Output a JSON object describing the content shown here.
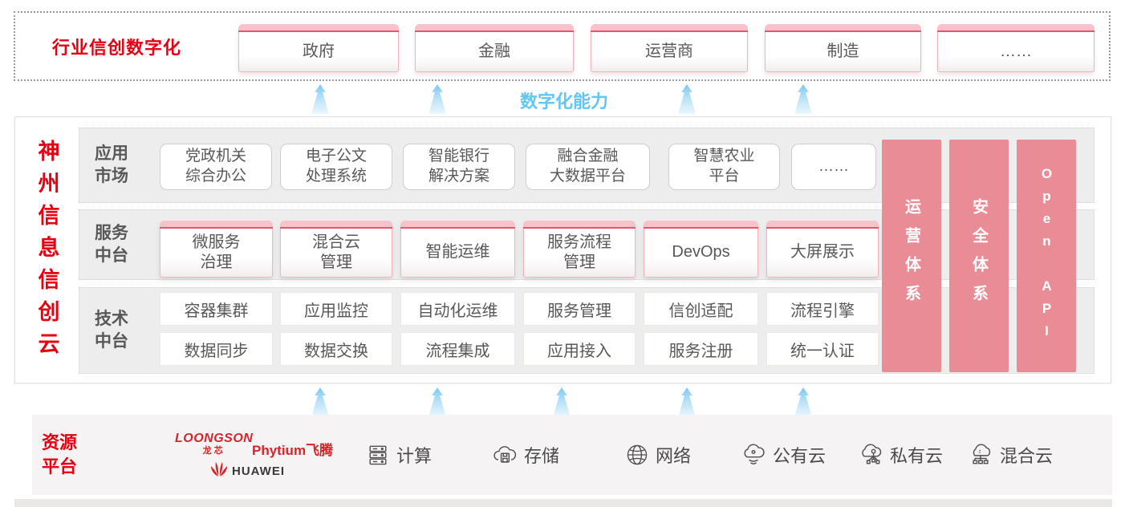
{
  "header": {
    "title": "行业信创数字化",
    "industries": [
      "政府",
      "金融",
      "运营商",
      "制造",
      "……"
    ]
  },
  "capability_label": "数字化能力",
  "platform": {
    "vertical_title": "神州信息信创云",
    "app_market": {
      "label": "应用\n市场",
      "items": [
        "党政机关\n综合办公",
        "电子公文\n处理系统",
        "智能银行\n解决方案",
        "融合金融\n大数据平台",
        "智慧农业\n平台",
        "……"
      ]
    },
    "service_platform": {
      "label": "服务\n中台",
      "items": [
        "微服务\n治理",
        "混合云\n管理",
        "智能运维",
        "服务流程\n管理",
        "DevOps",
        "大屏展示"
      ]
    },
    "tech_platform": {
      "label": "技术\n中台",
      "row1": [
        "容器集群",
        "应用监控",
        "自动化运维",
        "服务管理",
        "信创适配",
        "流程引擎"
      ],
      "row2": [
        "数据同步",
        "数据交换",
        "流程集成",
        "应用接入",
        "服务注册",
        "统一认证"
      ]
    },
    "pillars": [
      "运营体系",
      "安全体系",
      "Open API"
    ]
  },
  "resources": {
    "label": "资源\n平台",
    "vendors": {
      "loongson": "LOONGSON",
      "loongson_cn": "龙芯",
      "phytium": "Phytium飞腾",
      "huawei": "HUAWEI"
    },
    "items": [
      {
        "icon": "compute-icon",
        "label": "计算"
      },
      {
        "icon": "storage-icon",
        "label": "存储"
      },
      {
        "icon": "network-icon",
        "label": "网络"
      },
      {
        "icon": "public-cloud-icon",
        "label": "公有云"
      },
      {
        "icon": "private-cloud-icon",
        "label": "私有云"
      },
      {
        "icon": "hybrid-cloud-icon",
        "label": "混合云"
      }
    ]
  },
  "colors": {
    "brand_red": "#e60012",
    "pillar_pink": "#e98c95",
    "cap_pink": "#f8c2cb",
    "cap_line": "#e8556b",
    "accent_blue": "#62c6f2"
  }
}
